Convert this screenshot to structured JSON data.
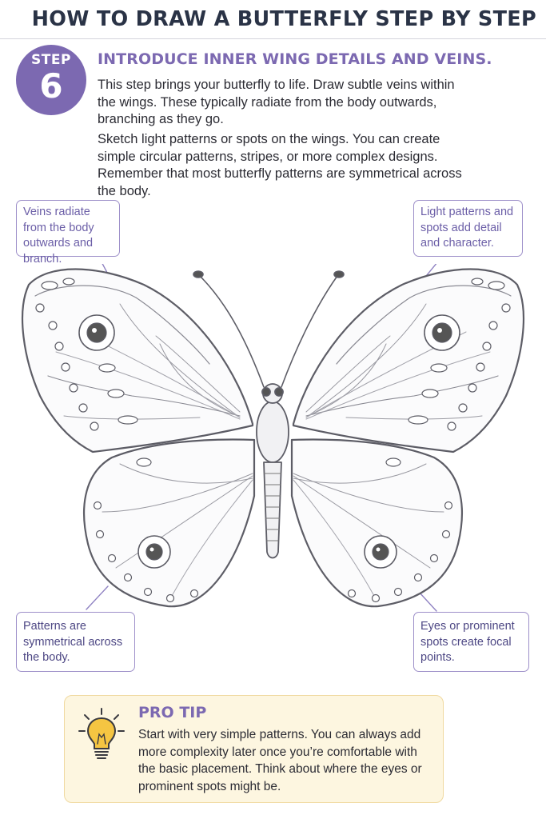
{
  "header": {
    "title": "HOW TO DRAW A BUTTERFLY STEP BY STEP"
  },
  "step": {
    "label": "STEP",
    "number": "6",
    "heading": "INTRODUCE INNER WING DETAILS AND VEINS.",
    "paragraph_1": "This step brings your butterfly to life. Draw subtle veins within the wings. These typically radiate from the body outwards, branching as they go.",
    "paragraph_2": "Sketch light patterns or spots on the wings. You can create simple circular patterns, stripes, or more complex designs. Remember that most butterfly patterns are symmetrical across the body."
  },
  "callouts": {
    "top_left": "Veins radiate from the body outwards and branch.",
    "top_right": "Light patterns and spots add detail and character.",
    "bottom_left": "Patterns are symmetrical across the body.",
    "bottom_right": "Eyes or prominent spots create focal points."
  },
  "pro_tip": {
    "title": "PRO TIP",
    "text": "Start with very simple patterns. You can always add more complexity later once you’re comfortable with the basic placement. Think about where the eyes or prominent spots might be.",
    "icon": "lightbulb-icon"
  },
  "colors": {
    "accent": "#7c69b1",
    "title": "#2a3346",
    "callout_border": "#9d8fc9",
    "tip_background": "#fdf6e0",
    "tip_border": "#f0d9a0",
    "bulb": "#f5c542"
  }
}
